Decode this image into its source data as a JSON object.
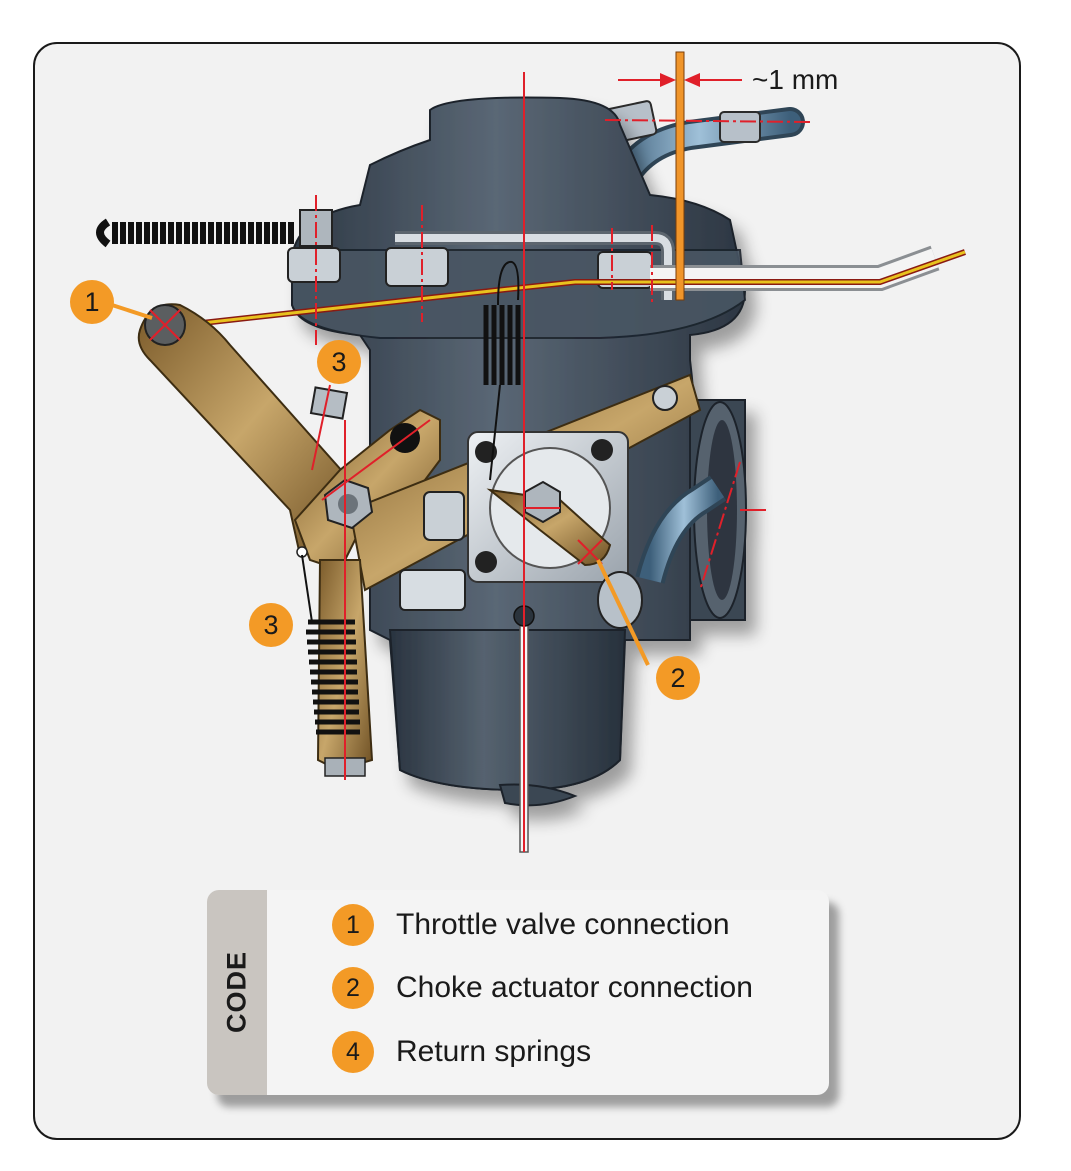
{
  "diagram": {
    "gap_label": "~1 mm",
    "callouts": [
      {
        "id": "callout-1",
        "label": "1"
      },
      {
        "id": "callout-2",
        "label": "2"
      },
      {
        "id": "callout-3-upper",
        "label": "3"
      },
      {
        "id": "callout-3-lower",
        "label": "3"
      }
    ]
  },
  "legend": {
    "title": "CODE",
    "items": [
      {
        "number": "1",
        "text": "Throttle valve connection"
      },
      {
        "number": "2",
        "text": "Choke actuator connection"
      },
      {
        "number": "4",
        "text": "Return springs"
      }
    ]
  },
  "colors": {
    "callout": "#f39a26",
    "centerline": "#e0202a",
    "cable_core": "#e8c21e",
    "body": "#4d5966",
    "lever": "#9a7a44",
    "gauge_bar": "#f0952a",
    "frame_background": "#f2f2f2"
  }
}
